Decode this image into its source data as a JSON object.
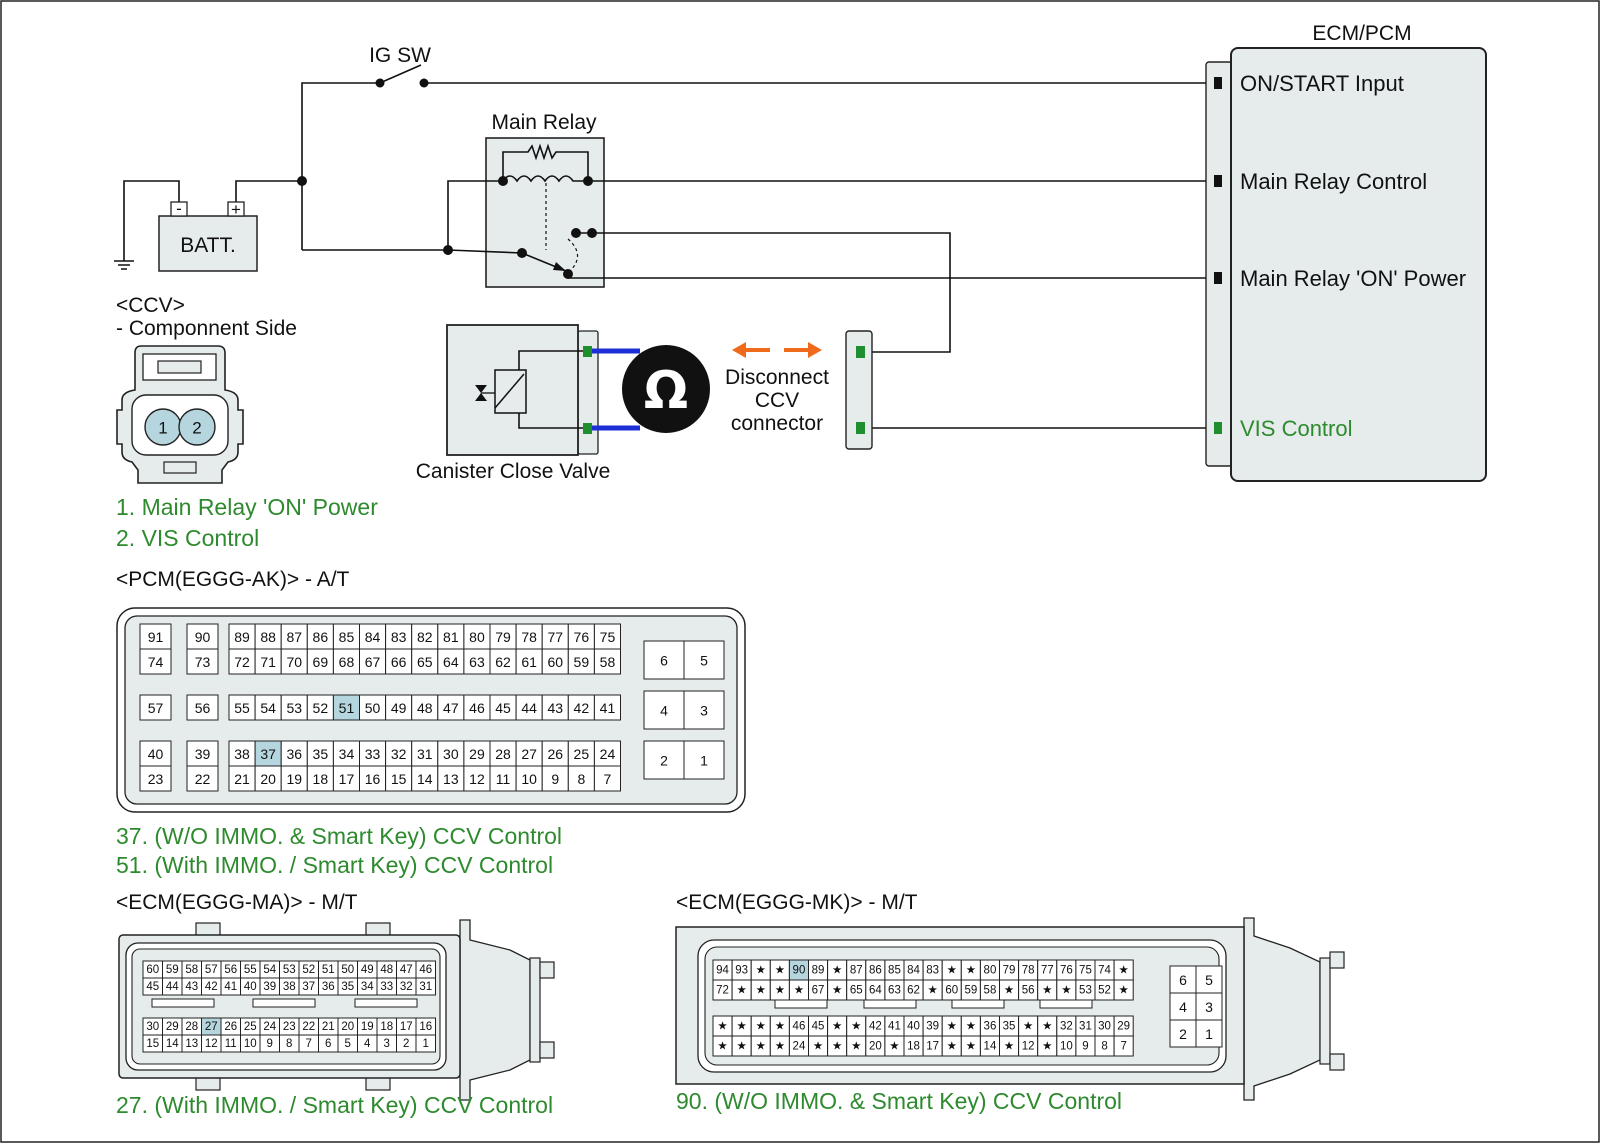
{
  "colors": {
    "note_green": "#2e8a2e",
    "highlight_pin": "#b5d6df",
    "panel_fill": "#e6ecec",
    "arrow_orange": "#ef6a1a",
    "test_lead_blue": "#1c2fd6",
    "terminal_green": "#1f8f2e"
  },
  "schematic": {
    "ig_switch": "IG SW",
    "battery": "BATT.",
    "battery_minus": "-",
    "battery_plus": "+",
    "main_relay": "Main Relay",
    "ecm_title": "ECM/PCM",
    "ecm_pins": [
      "ON/START Input",
      "Main Relay Control",
      "Main Relay 'ON' Power",
      "VIS Control"
    ],
    "valve": "Canister Close Valve",
    "ohmmeter_symbol": "Ω",
    "disconnect": [
      "Disconnect",
      "CCV",
      "connector"
    ]
  },
  "ccv": {
    "title": "<CCV>",
    "subtitle": "- Componnent Side",
    "pins": [
      "1",
      "2"
    ],
    "notes": [
      "1. Main Relay 'ON' Power",
      "2. VIS Control"
    ]
  },
  "pcm": {
    "title": "<PCM(EGGG-AK)> - A/T",
    "left_cells": [
      [
        "91",
        "74"
      ],
      [
        "90",
        "73"
      ],
      [
        "57"
      ],
      [
        "56"
      ],
      [
        "40",
        "23"
      ],
      [
        "39",
        "22"
      ]
    ],
    "row1": [
      "89",
      "88",
      "87",
      "86",
      "85",
      "84",
      "83",
      "82",
      "81",
      "80",
      "79",
      "78",
      "77",
      "76",
      "75"
    ],
    "row2": [
      "72",
      "71",
      "70",
      "69",
      "68",
      "67",
      "66",
      "65",
      "64",
      "63",
      "62",
      "61",
      "60",
      "59",
      "58"
    ],
    "row3": [
      "55",
      "54",
      "53",
      "52",
      "51",
      "50",
      "49",
      "48",
      "47",
      "46",
      "45",
      "44",
      "43",
      "42",
      "41"
    ],
    "row4": [
      "38",
      "37",
      "36",
      "35",
      "34",
      "33",
      "32",
      "31",
      "30",
      "29",
      "28",
      "27",
      "26",
      "25",
      "24"
    ],
    "row5": [
      "21",
      "20",
      "19",
      "18",
      "17",
      "16",
      "15",
      "14",
      "13",
      "12",
      "11",
      "10",
      "9",
      "8",
      "7"
    ],
    "right_cells": [
      "6",
      "5",
      "4",
      "3",
      "2",
      "1"
    ],
    "highlighted": [
      "51",
      "37"
    ],
    "notes": [
      "37. (W/O IMMO. & Smart Key) CCV Control",
      "51. (With IMMO. / Smart Key) CCV Control"
    ]
  },
  "ecm_ma": {
    "title": "<ECM(EGGG-MA)> - M/T",
    "row1": [
      "60",
      "59",
      "58",
      "57",
      "56",
      "55",
      "54",
      "53",
      "52",
      "51",
      "50",
      "49",
      "48",
      "47",
      "46"
    ],
    "row2": [
      "45",
      "44",
      "43",
      "42",
      "41",
      "40",
      "39",
      "38",
      "37",
      "36",
      "35",
      "34",
      "33",
      "32",
      "31"
    ],
    "row3": [
      "30",
      "29",
      "28",
      "27",
      "26",
      "25",
      "24",
      "23",
      "22",
      "21",
      "20",
      "19",
      "18",
      "17",
      "16"
    ],
    "row4": [
      "15",
      "14",
      "13",
      "12",
      "11",
      "10",
      "9",
      "8",
      "7",
      "6",
      "5",
      "4",
      "3",
      "2",
      "1"
    ],
    "highlighted": [
      "27"
    ],
    "note": "27. (With IMMO. / Smart Key) CCV Control"
  },
  "ecm_mk": {
    "title": "<ECM(EGGG-MK)> - M/T",
    "row1": [
      "94",
      "93",
      "★",
      "★",
      "90",
      "89",
      "★",
      "87",
      "86",
      "85",
      "84",
      "83",
      "★",
      "★",
      "80",
      "79",
      "78",
      "77",
      "76",
      "75",
      "74",
      "★"
    ],
    "row2": [
      "72",
      "★",
      "★",
      "★",
      "★",
      "67",
      "★",
      "65",
      "64",
      "63",
      "62",
      "★",
      "60",
      "59",
      "58",
      "★",
      "56",
      "★",
      "★",
      "53",
      "52",
      "★"
    ],
    "row3": [
      "★",
      "★",
      "★",
      "★",
      "46",
      "45",
      "★",
      "★",
      "42",
      "41",
      "40",
      "39",
      "★",
      "★",
      "36",
      "35",
      "★",
      "★",
      "32",
      "31",
      "30",
      "29"
    ],
    "row4": [
      "★",
      "★",
      "★",
      "★",
      "24",
      "★",
      "★",
      "★",
      "20",
      "★",
      "18",
      "17",
      "★",
      "★",
      "14",
      "★",
      "12",
      "★",
      "10",
      "9",
      "8",
      "7"
    ],
    "right_cells": [
      "6",
      "5",
      "4",
      "3",
      "2",
      "1"
    ],
    "highlighted": [
      "90"
    ],
    "note": "90. (W/O IMMO. & Smart Key) CCV Control"
  }
}
